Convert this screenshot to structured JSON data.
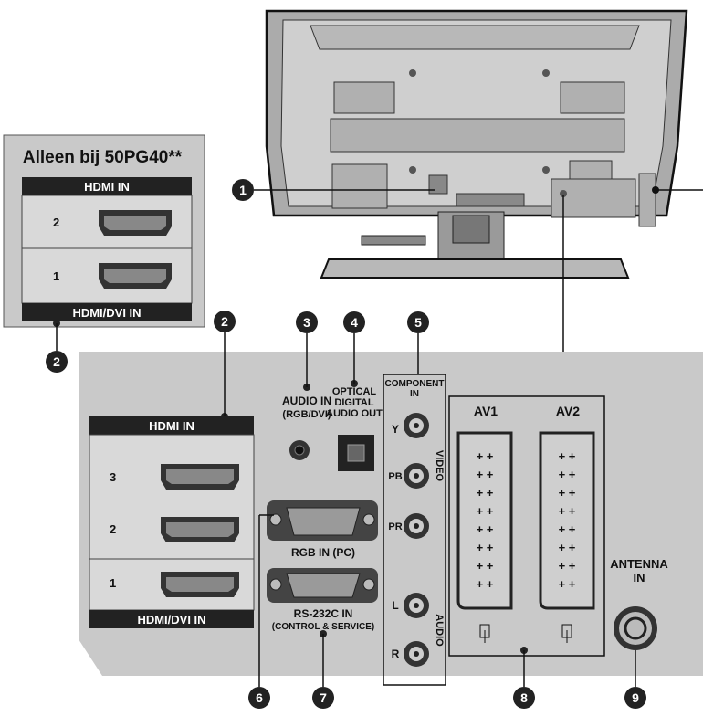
{
  "inset": {
    "title": "Alleen bij 50PG40**",
    "header": "HDMI IN",
    "footer": "HDMI/DVI IN",
    "ports": [
      "2",
      "1"
    ]
  },
  "hdmi_panel": {
    "header": "HDMI IN",
    "footer": "HDMI/DVI IN",
    "ports": [
      "3",
      "2",
      "1"
    ]
  },
  "audio_in": {
    "line1": "AUDIO IN",
    "line2": "(RGB/DVI)"
  },
  "optical": {
    "line1": "OPTICAL",
    "line2": "DIGITAL",
    "line3": "AUDIO OUT"
  },
  "component": {
    "line1": "COMPONENT",
    "line2": "IN",
    "y": "Y",
    "pb": "PB",
    "pr": "PR",
    "video": "VIDEO",
    "l": "L",
    "r": "R",
    "audio": "AUDIO"
  },
  "rgb_in": "RGB IN (PC)",
  "rs232": {
    "line1": "RS-232C IN",
    "line2": "(CONTROL & SERVICE)"
  },
  "av1": "AV1",
  "av2": "AV2",
  "antenna": {
    "line1": "ANTENNA",
    "line2": "IN"
  },
  "callouts": {
    "c1": "1",
    "c2": "2",
    "c2b": "2",
    "c3": "3",
    "c4": "4",
    "c5": "5",
    "c6": "6",
    "c7": "7",
    "c8": "8",
    "c9": "9"
  },
  "colors": {
    "panel": "#c9c9c9",
    "dark": "#222222",
    "tv": "#bdbdbd"
  }
}
